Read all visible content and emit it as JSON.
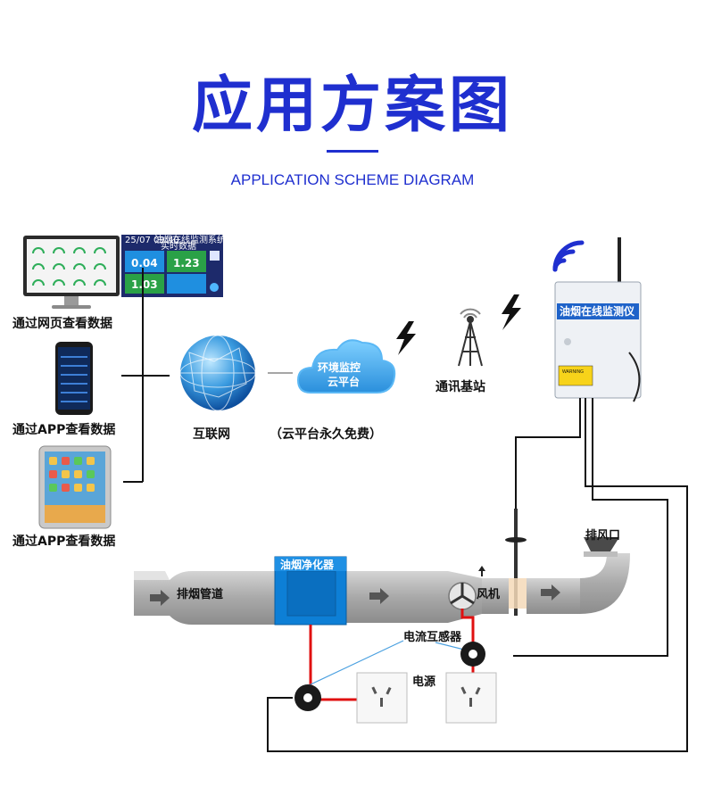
{
  "header": {
    "title": "应用方案图",
    "subtitle": "APPLICATION SCHEME DIAGRAM"
  },
  "devices": {
    "monitor_label": "通过网页查看数据",
    "phone_label": "通过APP查看数据",
    "tablet_label": "通过APP查看数据",
    "screen": {
      "date": "25/07 09:40",
      "title": "油烟在线监测系统",
      "sub": "实时数据",
      "value1": "0.04",
      "value2": "1.23",
      "value3": "1.03"
    }
  },
  "network": {
    "internet_label": "互联网",
    "cloud_text_line1": "环境监控",
    "cloud_text_line2": "云平台",
    "cloud_note": "（云平台永久免费）",
    "base_station_label": "通讯基站"
  },
  "monitor_box": {
    "label": "油烟在线监测仪",
    "warning": "WARNING"
  },
  "system": {
    "duct_label": "排烟管道",
    "purifier_label": "油烟净化器",
    "fan_label": "风机",
    "exhaust_label": "排风口",
    "ct_label": "电流互感器",
    "power_label": "电源"
  },
  "colors": {
    "brand_blue": "#1f2fcf",
    "duct_gray": "#b8b8b8",
    "purifier_blue": "#0d7fd6",
    "power_red": "#e01010"
  }
}
